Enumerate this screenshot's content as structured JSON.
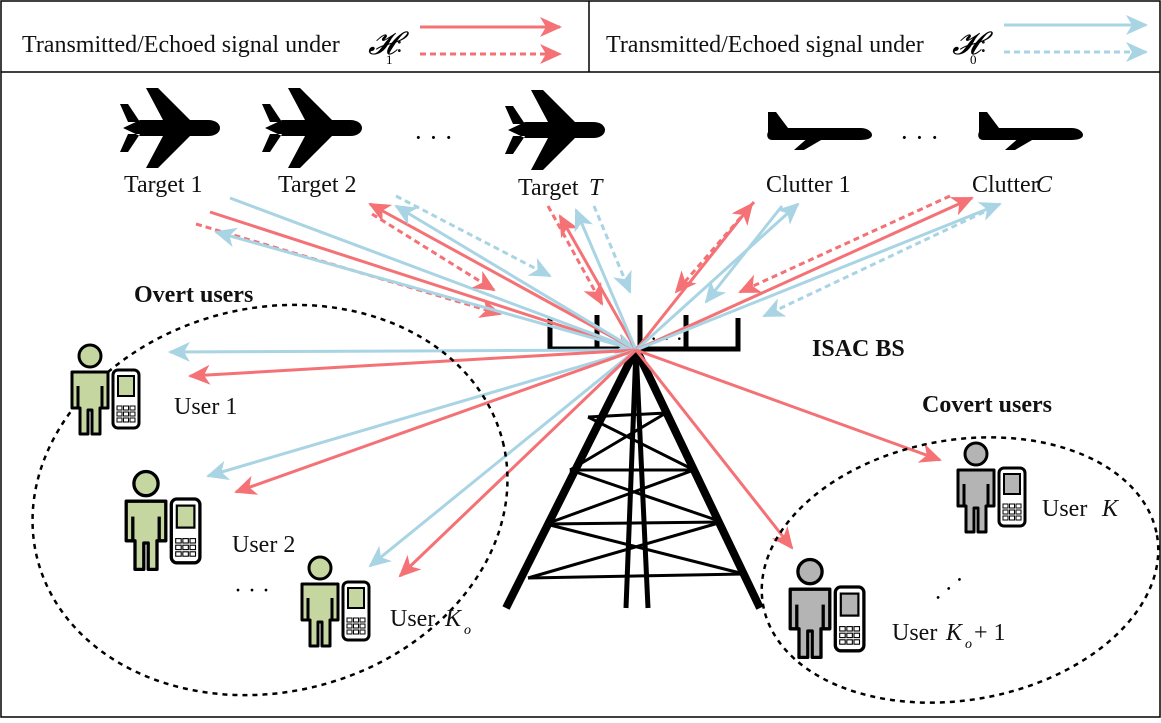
{
  "legend": {
    "h1_text": "Transmitted/Echoed signal under",
    "h1_symbol": "𝓗",
    "h1_subscript": "1",
    "h0_text": "Transmitted/Echoed signal under",
    "h0_symbol": "𝓗",
    "h0_subscript": "0",
    "colon": ":"
  },
  "colors": {
    "h1": "#f47175",
    "h0": "#a8d4e4",
    "overt_person": "#c5d6a1",
    "covert_person": "#b4b4b4",
    "tower": "#000000"
  },
  "targets": [
    {
      "label": "Target 1"
    },
    {
      "label": "Target 2"
    },
    {
      "label": "Target",
      "math": "T"
    }
  ],
  "clutters": [
    {
      "label": "Clutter 1"
    },
    {
      "label": "Clutter",
      "math": "C"
    }
  ],
  "ellipsis": "· · ·",
  "overt": {
    "title": "Overt users",
    "users": [
      {
        "label": "User 1"
      },
      {
        "label": "User 2"
      },
      {
        "label": "User",
        "math": "K",
        "sub": "o"
      }
    ]
  },
  "covert": {
    "title": "Covert users",
    "users": [
      {
        "label": "User",
        "math": "K"
      },
      {
        "label": "User",
        "math": "K",
        "sub": "o",
        "suffix": " + 1"
      }
    ]
  },
  "bs_label": "ISAC BS"
}
